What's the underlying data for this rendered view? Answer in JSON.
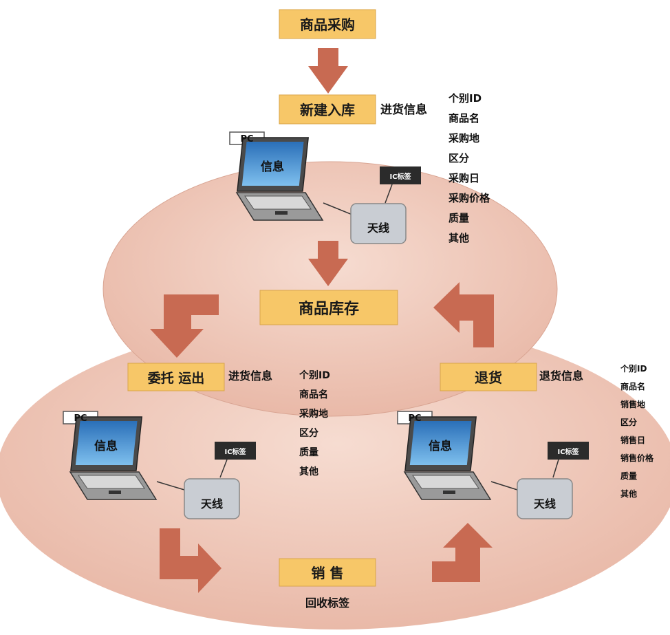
{
  "steps": {
    "purchase": "商品采购",
    "new_stock": "新建入库",
    "inventory": "商品库存",
    "ship": "委托  运出",
    "returns": "退货",
    "sales": "销 售"
  },
  "labels": {
    "incoming_info": "进货信息",
    "ship_info": "进货信息",
    "return_info": "退货信息",
    "recycle_tag": "回收标签",
    "pc": "PC",
    "screen": "信息",
    "antenna": "天线",
    "ic_tag": "IC标签"
  },
  "fields": {
    "incoming": [
      "个别ID",
      "商品名",
      "采购地",
      "区分",
      "采购日",
      "采购价格",
      "质量",
      "其他"
    ],
    "ship": [
      "个别ID",
      "商品名",
      "采购地",
      "区分",
      "质量",
      "其他"
    ],
    "return": [
      "个别ID",
      "商品名",
      "销售地",
      "区分",
      "销售日",
      "销售价格",
      "质量",
      "其他"
    ]
  },
  "colors": {
    "box_fill": "#f7c768",
    "ellipse_fill": "#f0cbbd",
    "arrow_fill": "#c86a52",
    "antenna_fill": "#c9cdd3",
    "screen_fill": "#2f7cc4"
  }
}
